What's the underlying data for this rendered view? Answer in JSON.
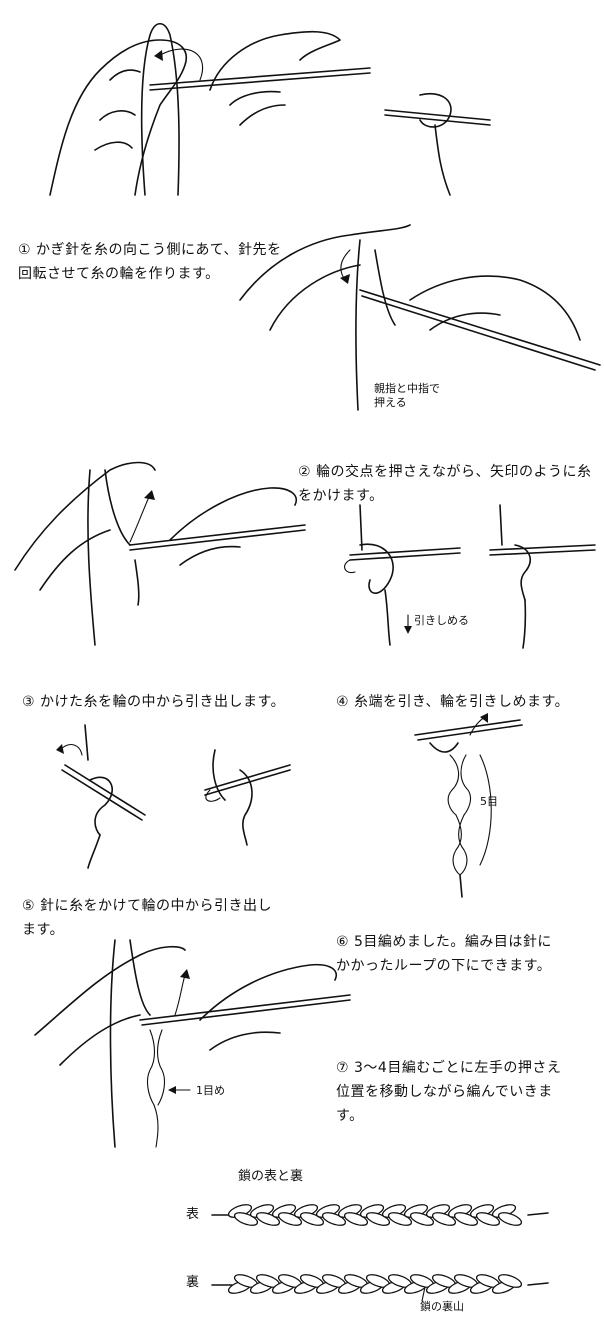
{
  "steps": [
    {
      "number": "①",
      "text": "かぎ針を糸の向こう側にあて、針先を\n回転させて糸の輪を作ります。"
    },
    {
      "number": "②",
      "text": "輪の交点を押さえながら、矢印のように糸\nをかけます。",
      "note": "親指と中指で\n押える"
    },
    {
      "number": "③",
      "text": "かけた糸を輪の中から引き出します。"
    },
    {
      "number": "④",
      "text": "糸端を引き、輪を引きしめます。",
      "note": "引きしめる"
    },
    {
      "number": "⑤",
      "text": "針に糸をかけて輪の中から引き出し\nます。"
    },
    {
      "number": "⑥",
      "text": "5目編めました。編み目は針に\nかかったループの下にできます。",
      "note": "5目"
    },
    {
      "number": "⑦",
      "text": "3〜4目編むごとに左手の押さえ\n位置を移動しながら編んでいきま\nす。",
      "note": "1目め"
    }
  ],
  "chain_section": {
    "title": "鎖の表と裏",
    "front_label": "表",
    "back_label": "裏",
    "back_note": "鎖の裏山"
  },
  "colors": {
    "ink": "#111111",
    "paper": "#ffffff"
  }
}
